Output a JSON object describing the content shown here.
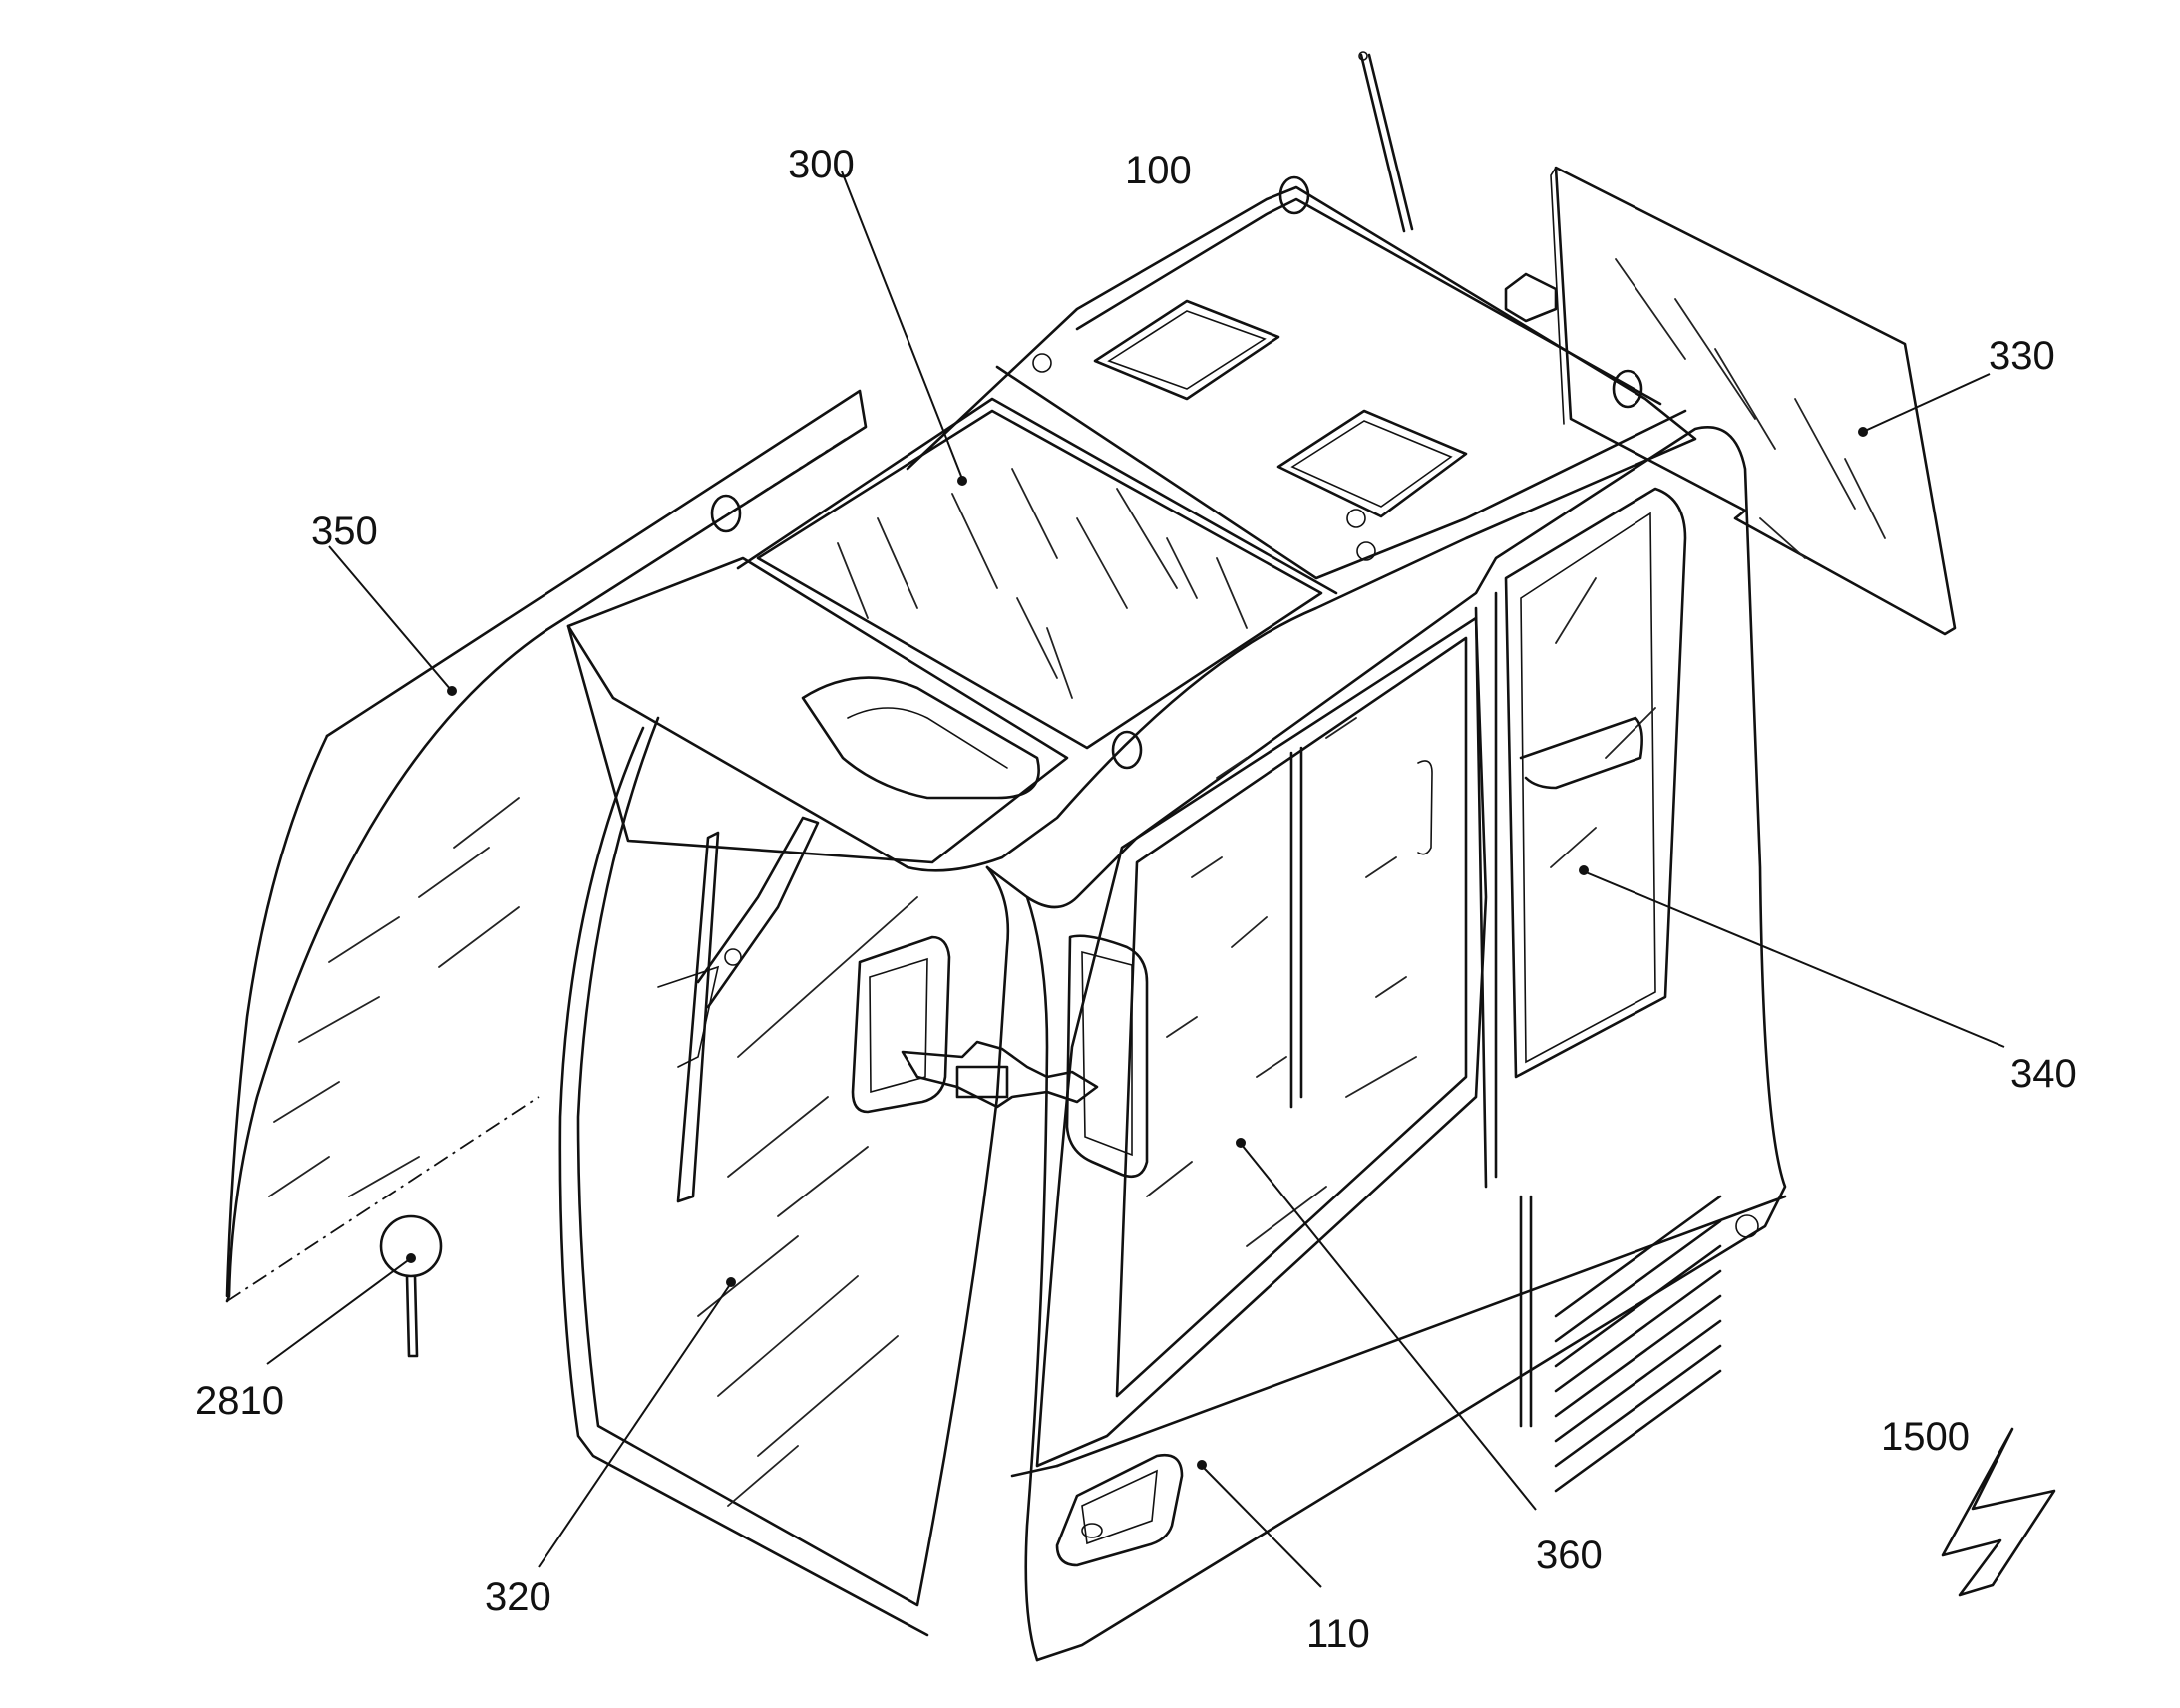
{
  "figure": {
    "reference_numerals": {
      "cab": "100",
      "cab_door": "110",
      "roof_window": "300",
      "front_window": "320",
      "rear_window": "330",
      "side_window_right": "340",
      "side_window_left": "350",
      "door_window": "360",
      "mirror": "2810",
      "arrow": "1500"
    }
  }
}
